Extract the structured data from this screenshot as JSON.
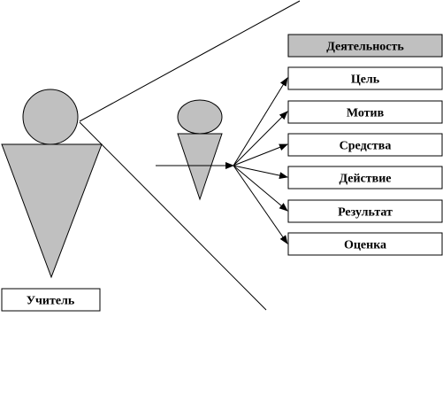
{
  "diagram": {
    "teacher_label": "Учитель",
    "header_label": "Деятельность",
    "components": [
      {
        "label": "Цель"
      },
      {
        "label": "Мотив"
      },
      {
        "label": "Средства"
      },
      {
        "label": "Действие"
      },
      {
        "label": "Результат"
      },
      {
        "label": "Оценка"
      }
    ]
  },
  "colors": {
    "figure_fill": "#c0c0c0",
    "header_fill": "#c0c0c0",
    "box_fill": "#ffffff",
    "stroke": "#000000"
  }
}
